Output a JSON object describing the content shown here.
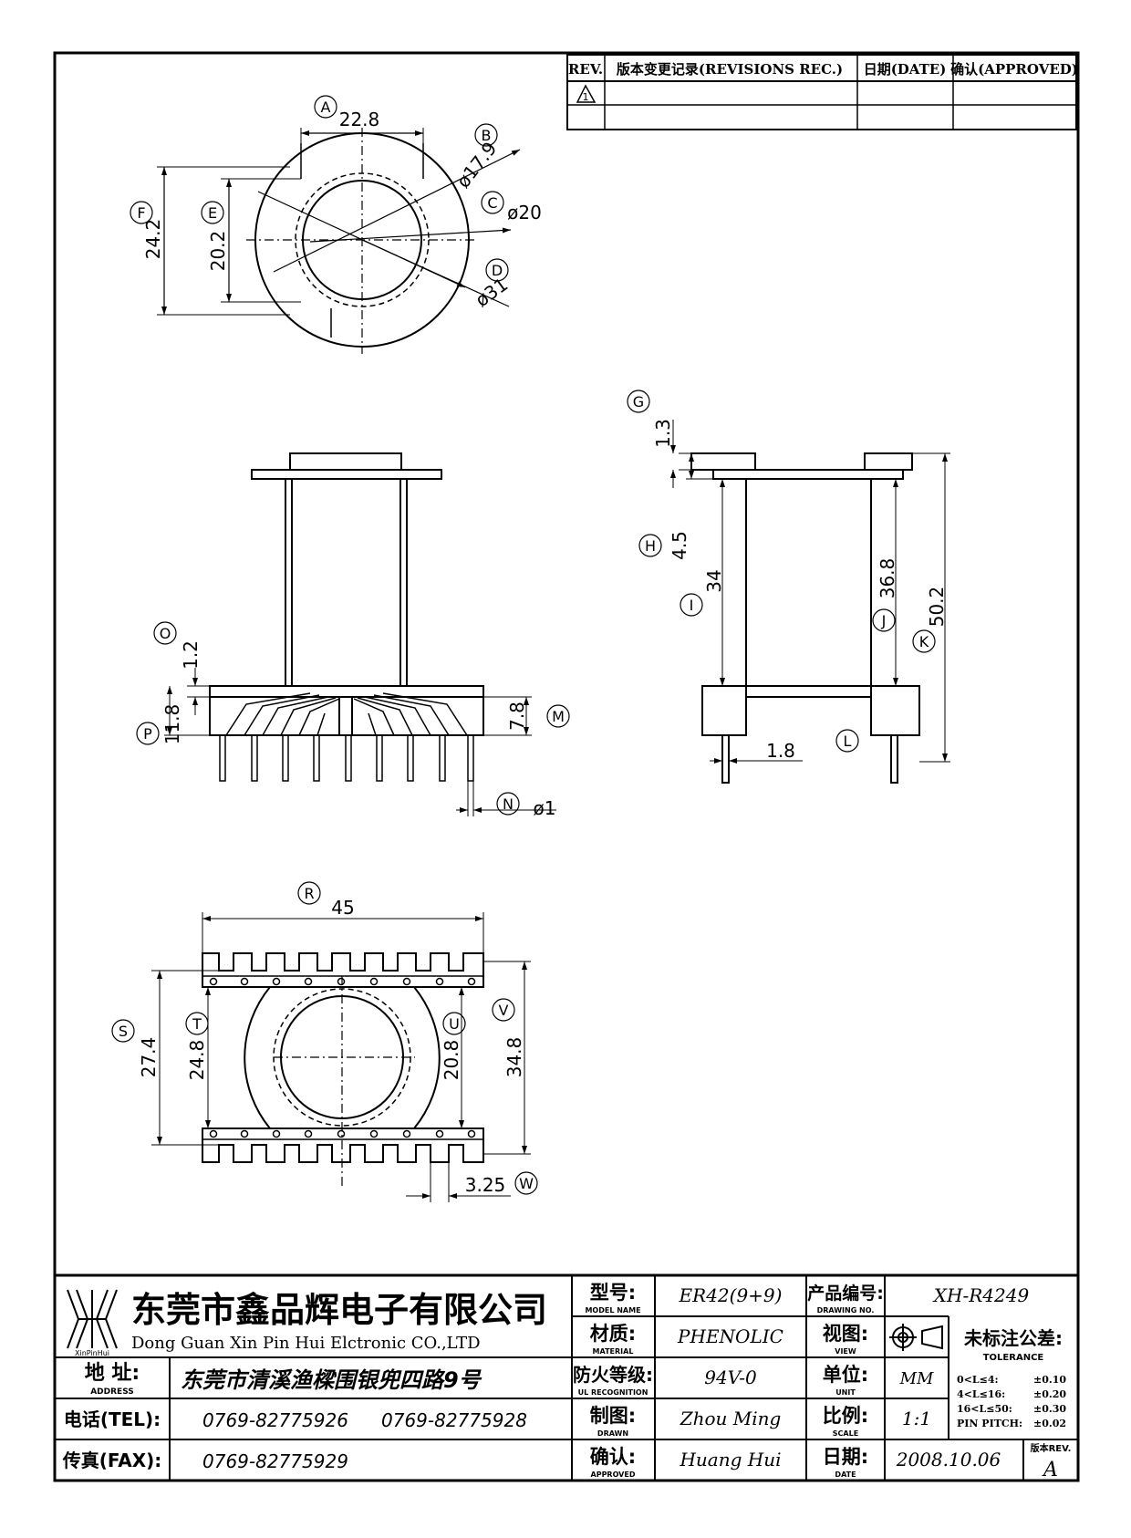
{
  "revisions": {
    "headers": [
      "REV.",
      "版本变更记录(REVISIONS REC.)",
      "日期(DATE)",
      "确认(APPROVED)"
    ],
    "rows": [
      [
        "1",
        "",
        "",
        ""
      ],
      [
        "",
        "",
        "",
        ""
      ]
    ]
  },
  "top_view": {
    "labels": [
      "A",
      "B",
      "C",
      "D",
      "E",
      "F"
    ],
    "dims": {
      "A": "22.8",
      "B": "ø17.9",
      "C": "ø20",
      "D": "ø31",
      "E": "20.2",
      "F": "24.2"
    }
  },
  "front_view": {
    "labels": [
      "O",
      "P",
      "M",
      "N"
    ],
    "dims": {
      "O": "1.2",
      "P": "11.8",
      "M": "7.8",
      "N": "ø1"
    }
  },
  "side_view": {
    "labels": [
      "G",
      "H",
      "I",
      "J",
      "K",
      "L"
    ],
    "dims": {
      "G": "1.3",
      "H": "4.5",
      "I": "34",
      "J": "36.8",
      "K": "50.2",
      "L": "1.8"
    }
  },
  "bottom_view": {
    "labels": [
      "R",
      "S",
      "T",
      "U",
      "V",
      "W"
    ],
    "dims": {
      "R": "45",
      "S": "27.4",
      "T": "24.8",
      "U": "20.8",
      "V": "34.8",
      "W": "3.25"
    }
  },
  "title_block": {
    "company_cn": "东莞市鑫品辉电子有限公司",
    "company_en": "Dong Guan Xin Pin Hui Elctronic CO.,LTD",
    "logo_text": "XinPinHui",
    "address_label_cn": "地 址:",
    "address_label_en": "ADDRESS",
    "address": "东莞市清溪渔樑围银兜四路9号",
    "tel_label": "电话(TEL):",
    "tel1": "0769-82775926",
    "tel2": "0769-82775928",
    "fax_label": "传真(FAX):",
    "fax": "0769-82775929",
    "model_label_cn": "型号:",
    "model_label_en": "MODEL NAME",
    "model": "ER42(9+9)",
    "material_label_cn": "材质:",
    "material_label_en": "MATERIAL",
    "material": "PHENOLIC",
    "ul_label_cn": "防火等级:",
    "ul_label_en": "UL RECOGNITION",
    "ul": "94V-0",
    "drawn_label_cn": "制图:",
    "drawn_label_en": "DRAWN",
    "drawn": "Zhou Ming",
    "approved_label_cn": "确认:",
    "approved_label_en": "APPROVED",
    "approved": "Huang Hui",
    "drawing_no_label_cn": "产品编号:",
    "drawing_no_label_en": "DRAWING NO.",
    "drawing_no": "XH-R4249",
    "view_label_cn": "视图:",
    "view_label_en": "VIEW",
    "unit_label_cn": "单位:",
    "unit_label_en": "UNIT",
    "unit": "MM",
    "scale_label_cn": "比例:",
    "scale_label_en": "SCALE",
    "scale": "1:1",
    "date_label_cn": "日期:",
    "date_label_en": "DATE",
    "date": "2008.10.06",
    "tolerance_label_cn": "未标注公差:",
    "tolerance_label_en": "TOLERANCE",
    "tolerance_rows": [
      [
        "0<L≤4:",
        "±0.10"
      ],
      [
        "4<L≤16:",
        "±0.20"
      ],
      [
        "16<L≤50:",
        "±0.30"
      ],
      [
        "PIN PITCH:",
        "±0.02"
      ]
    ],
    "rev_label": "版本REV.",
    "rev": "A"
  }
}
